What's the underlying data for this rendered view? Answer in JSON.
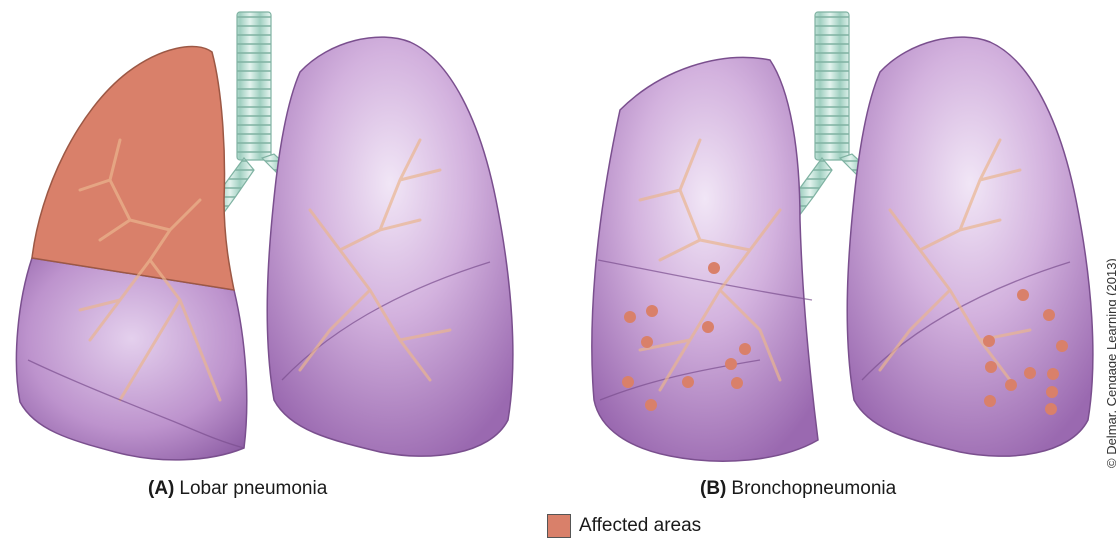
{
  "panel_a": {
    "letter": "(A)",
    "title": "Lobar pneumonia"
  },
  "panel_b": {
    "letter": "(B)",
    "title": "Bronchopneumonia"
  },
  "legend": {
    "label": "Affected areas",
    "color": "#d9806a"
  },
  "credit": "© Delmar, Cengage Learning (2013)",
  "colors": {
    "lung": "#c39ad0",
    "lung_dark": "#8a5aa2",
    "lung_light": "#ead9f1",
    "trachea": "#bfe0d6",
    "bronchi": "#e9b58e",
    "affected": "#d9806a"
  }
}
